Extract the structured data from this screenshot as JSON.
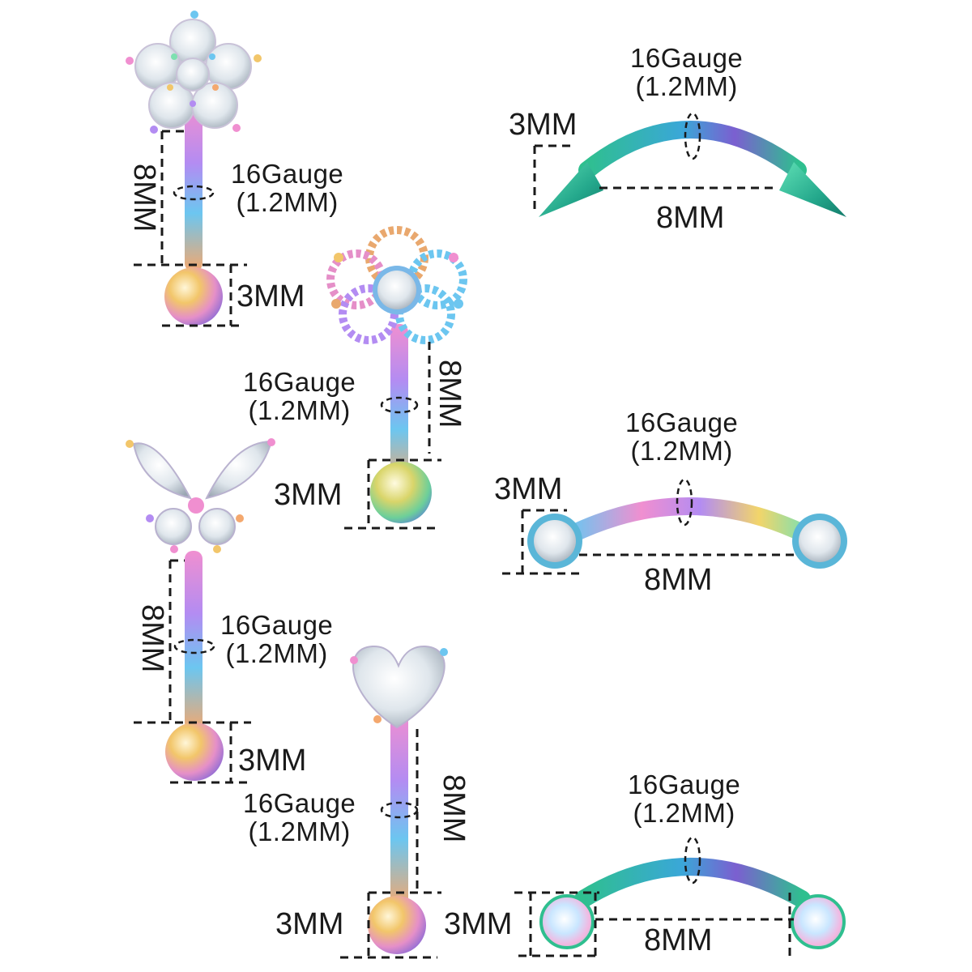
{
  "items": [
    {
      "id": "flower-cz-barbell",
      "gauge": "16Gauge",
      "thickness": "(1.2MM)",
      "length": "8MM",
      "ball": "3MM"
    },
    {
      "id": "filigree-flower-barbell",
      "gauge": "16Gauge",
      "thickness": "(1.2MM)",
      "length": "8MM",
      "ball": "3MM"
    },
    {
      "id": "butterfly-barbell",
      "gauge": "16Gauge",
      "thickness": "(1.2MM)",
      "length": "8MM",
      "ball": "3MM"
    },
    {
      "id": "heart-barbell",
      "gauge": "16Gauge",
      "thickness": "(1.2MM)",
      "length": "8MM",
      "ball": "3MM"
    },
    {
      "id": "spike-curved-barbell",
      "gauge": "16Gauge",
      "thickness": "(1.2MM)",
      "length": "8MM",
      "end": "3MM"
    },
    {
      "id": "bezel-gem-curved-barbell",
      "gauge": "16Gauge",
      "thickness": "(1.2MM)",
      "length": "8MM",
      "end": "3MM"
    },
    {
      "id": "prong-gem-curved-barbell",
      "gauge": "16Gauge",
      "thickness": "(1.2MM)",
      "length": "8MM",
      "end": "3MM"
    }
  ],
  "colors": {
    "rainbow": [
      "#f08fd0",
      "#b38cf2",
      "#6cc6f0",
      "#7ee0b0",
      "#f2d56a",
      "#f4a86e"
    ],
    "green_finish": "#2fbf8f",
    "crystal": "#e8eef3",
    "line": "#1a1a1a"
  }
}
